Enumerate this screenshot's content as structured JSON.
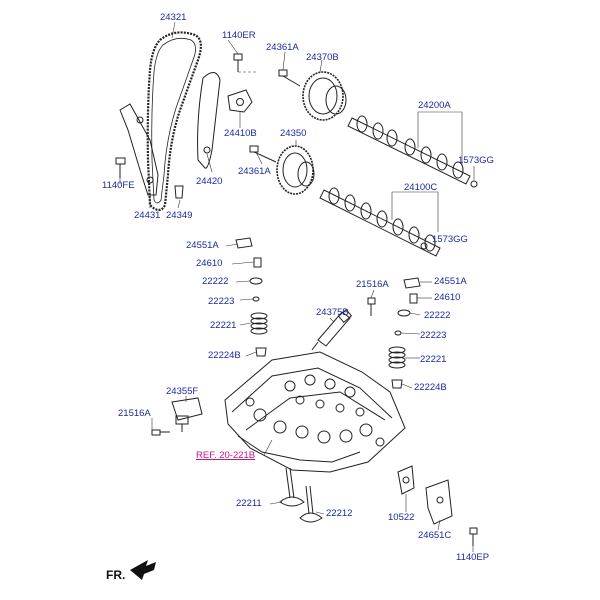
{
  "labels": {
    "chain": "24321",
    "bolt_1140er": "1140ER",
    "bolt_24361a_top": "24361A",
    "sprocket_24370b": "24370B",
    "camshaft_24200a": "24200A",
    "plug_1573gg_top": "1573GG",
    "tensioner_arm": "24410B",
    "chain_guide_24420": "24420",
    "bolt_1140fe": "1140FE",
    "guide_24431": "24431",
    "pin_24349": "24349",
    "sprocket_24350": "24350",
    "bolt_24361a_mid": "24361A",
    "camshaft_24100c": "24100C",
    "plug_1573gg_mid": "1573GG",
    "lash_24551a_left": "24551A",
    "tappet_24610_left": "24610",
    "retainer_22222_left": "22222",
    "cotter_22223_left": "22223",
    "spring_22221_left": "22221",
    "seal_22224b_left": "22224B",
    "bolt_21516a_right": "21516A",
    "ocv_24375b": "24375B",
    "lash_24551a_right": "24551A",
    "tappet_24610_right": "24610",
    "retainer_22222_right": "22222",
    "cotter_22223_right": "22223",
    "spring_22221_right": "22221",
    "seal_22224b_right": "22224B",
    "sensor_24355f": "24355F",
    "bolt_21516a_left": "21516A",
    "reference": "REF. 20-221B",
    "gasket_10522": "10522",
    "cover_24651c": "24651C",
    "bolt_1140ep": "1140EP",
    "valve_22211": "22211",
    "valve_22212": "22212",
    "front_marker": "FR."
  }
}
